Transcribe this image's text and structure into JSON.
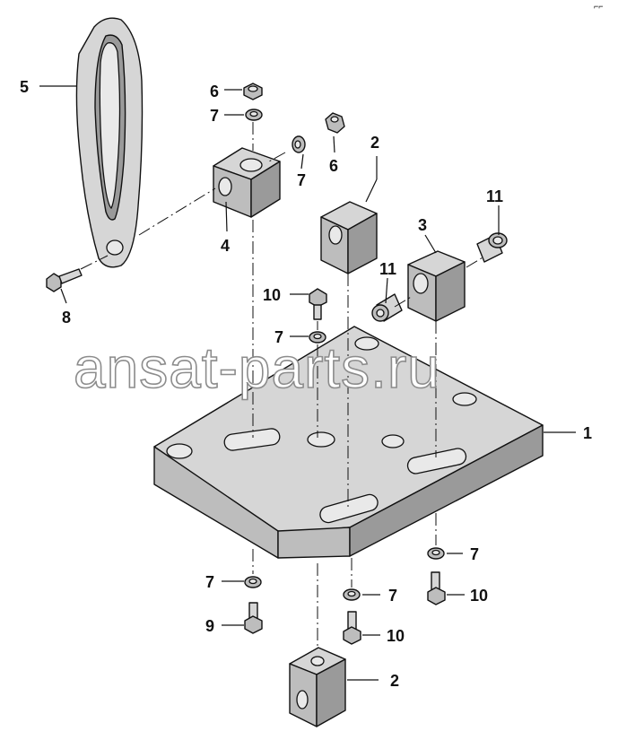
{
  "watermark": "ansat-parts.ru",
  "corner_mark": "⌐⌐",
  "callouts": {
    "c1": "1",
    "c2_top": "2",
    "c2_bottom": "2",
    "c3": "3",
    "c4": "4",
    "c5": "5",
    "c6_top": "6",
    "c6_right": "6",
    "c7_top": "7",
    "c7_right": "7",
    "c7_mid": "7",
    "c7_bl": "7",
    "c7_bm": "7",
    "c7_br": "7",
    "c8": "8",
    "c9": "9",
    "c10_top": "10",
    "c10_br": "10",
    "c10_bm": "10",
    "c11_top": "11",
    "c11_mid": "11"
  }
}
